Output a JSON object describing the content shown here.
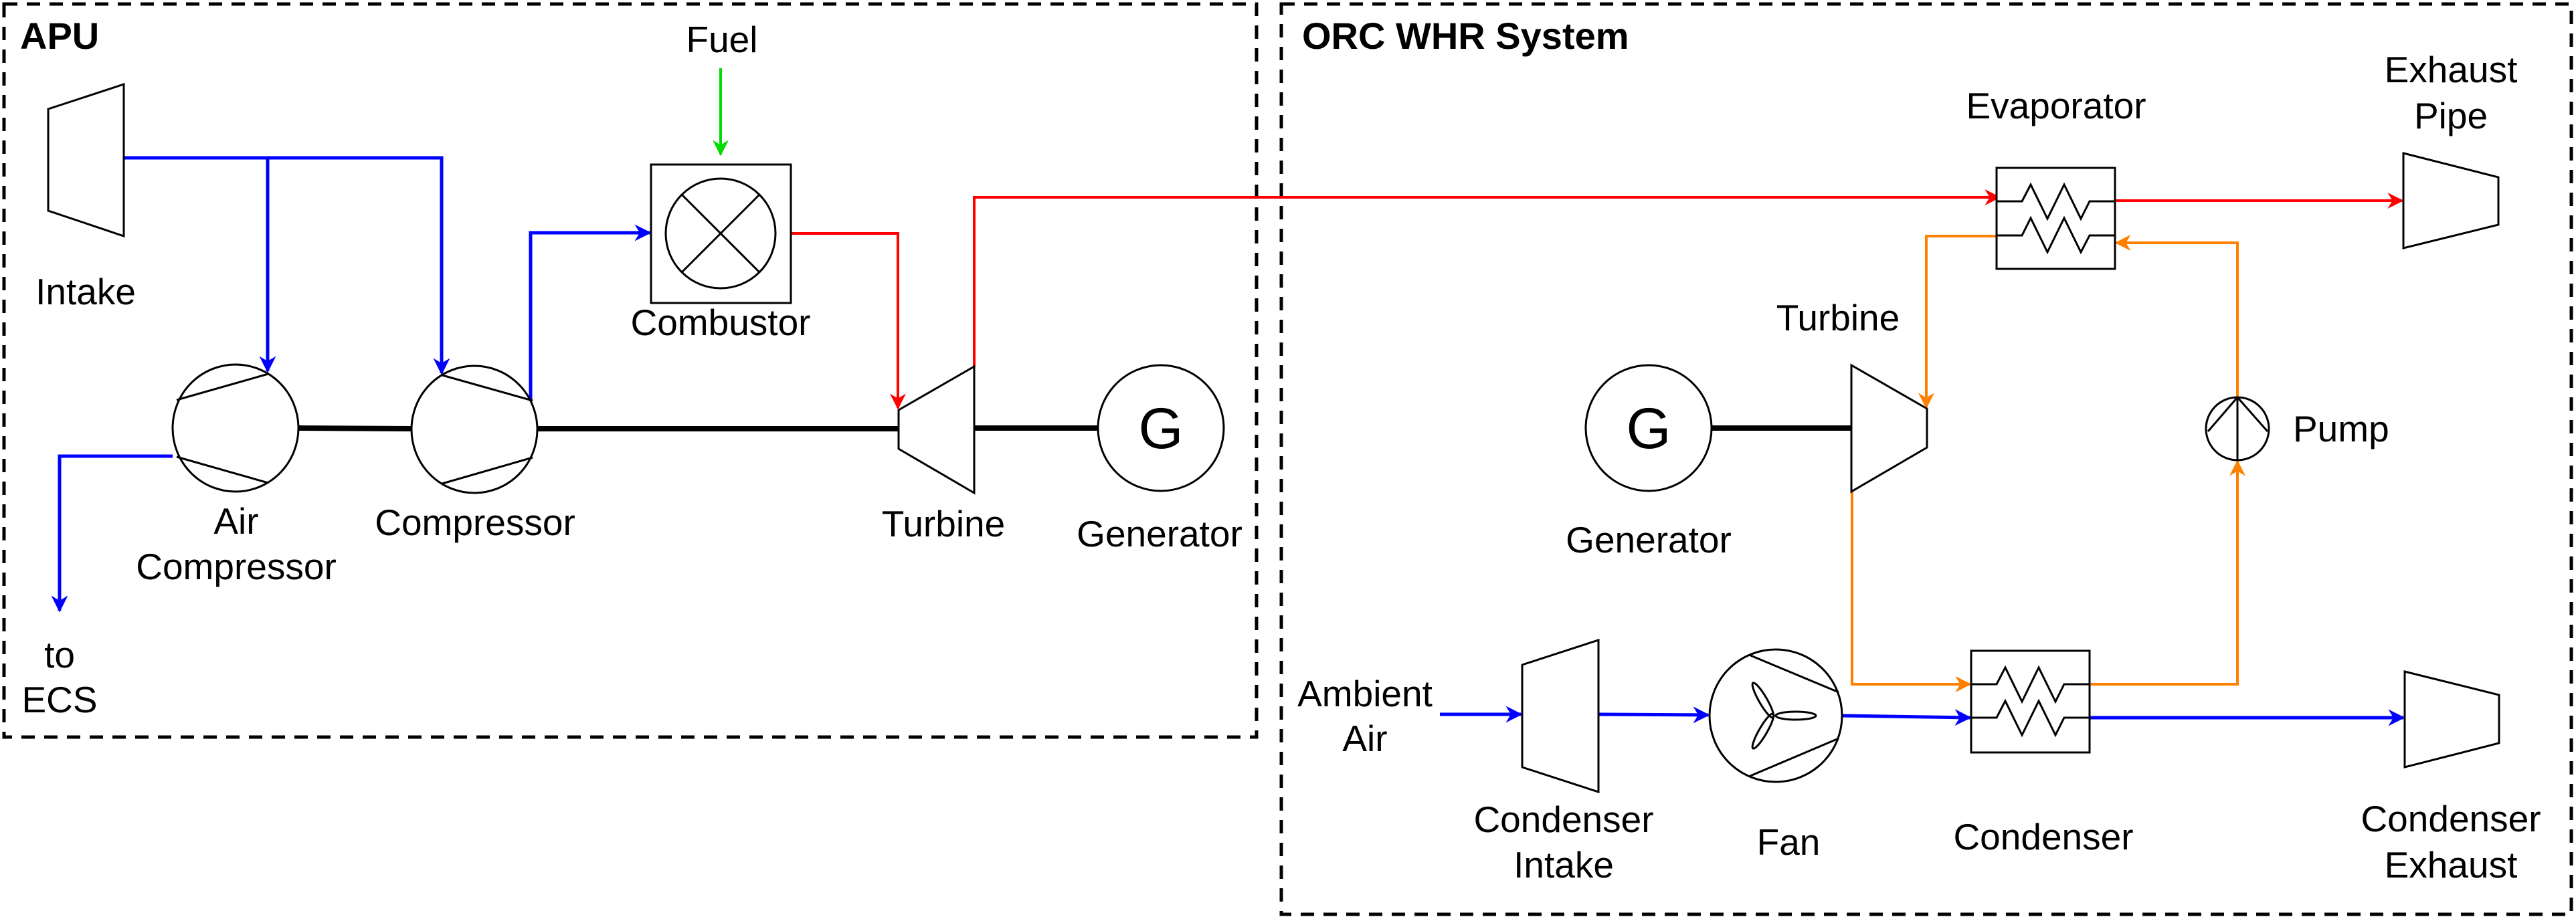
{
  "colors": {
    "air_stream": "#0000ff",
    "exhaust_stream": "#ff0000",
    "working_fluid": "#ff8000",
    "fuel_stream": "#00dd00",
    "outline": "#000000"
  },
  "apu": {
    "title": "APU",
    "intake": "Intake",
    "air_compressor": [
      "Air",
      "Compressor"
    ],
    "compressor": "Compressor",
    "fuel": "Fuel",
    "combustor": "Combustor",
    "turbine": "Turbine",
    "generator": "Generator",
    "generator_symbol": "G",
    "to_ecs": [
      "to",
      "ECS"
    ]
  },
  "orc": {
    "title": "ORC WHR System",
    "evaporator": "Evaporator",
    "exhaust_pipe": [
      "Exhaust",
      "Pipe"
    ],
    "turbine": "Turbine",
    "generator": "Generator",
    "generator_symbol": "G",
    "pump": "Pump",
    "ambient_air": [
      "Ambient",
      "Air"
    ],
    "condenser_intake": [
      "Condenser",
      "Intake"
    ],
    "fan": "Fan",
    "condenser": "Condenser",
    "condenser_exhaust": [
      "Condenser",
      "Exhaust"
    ]
  }
}
